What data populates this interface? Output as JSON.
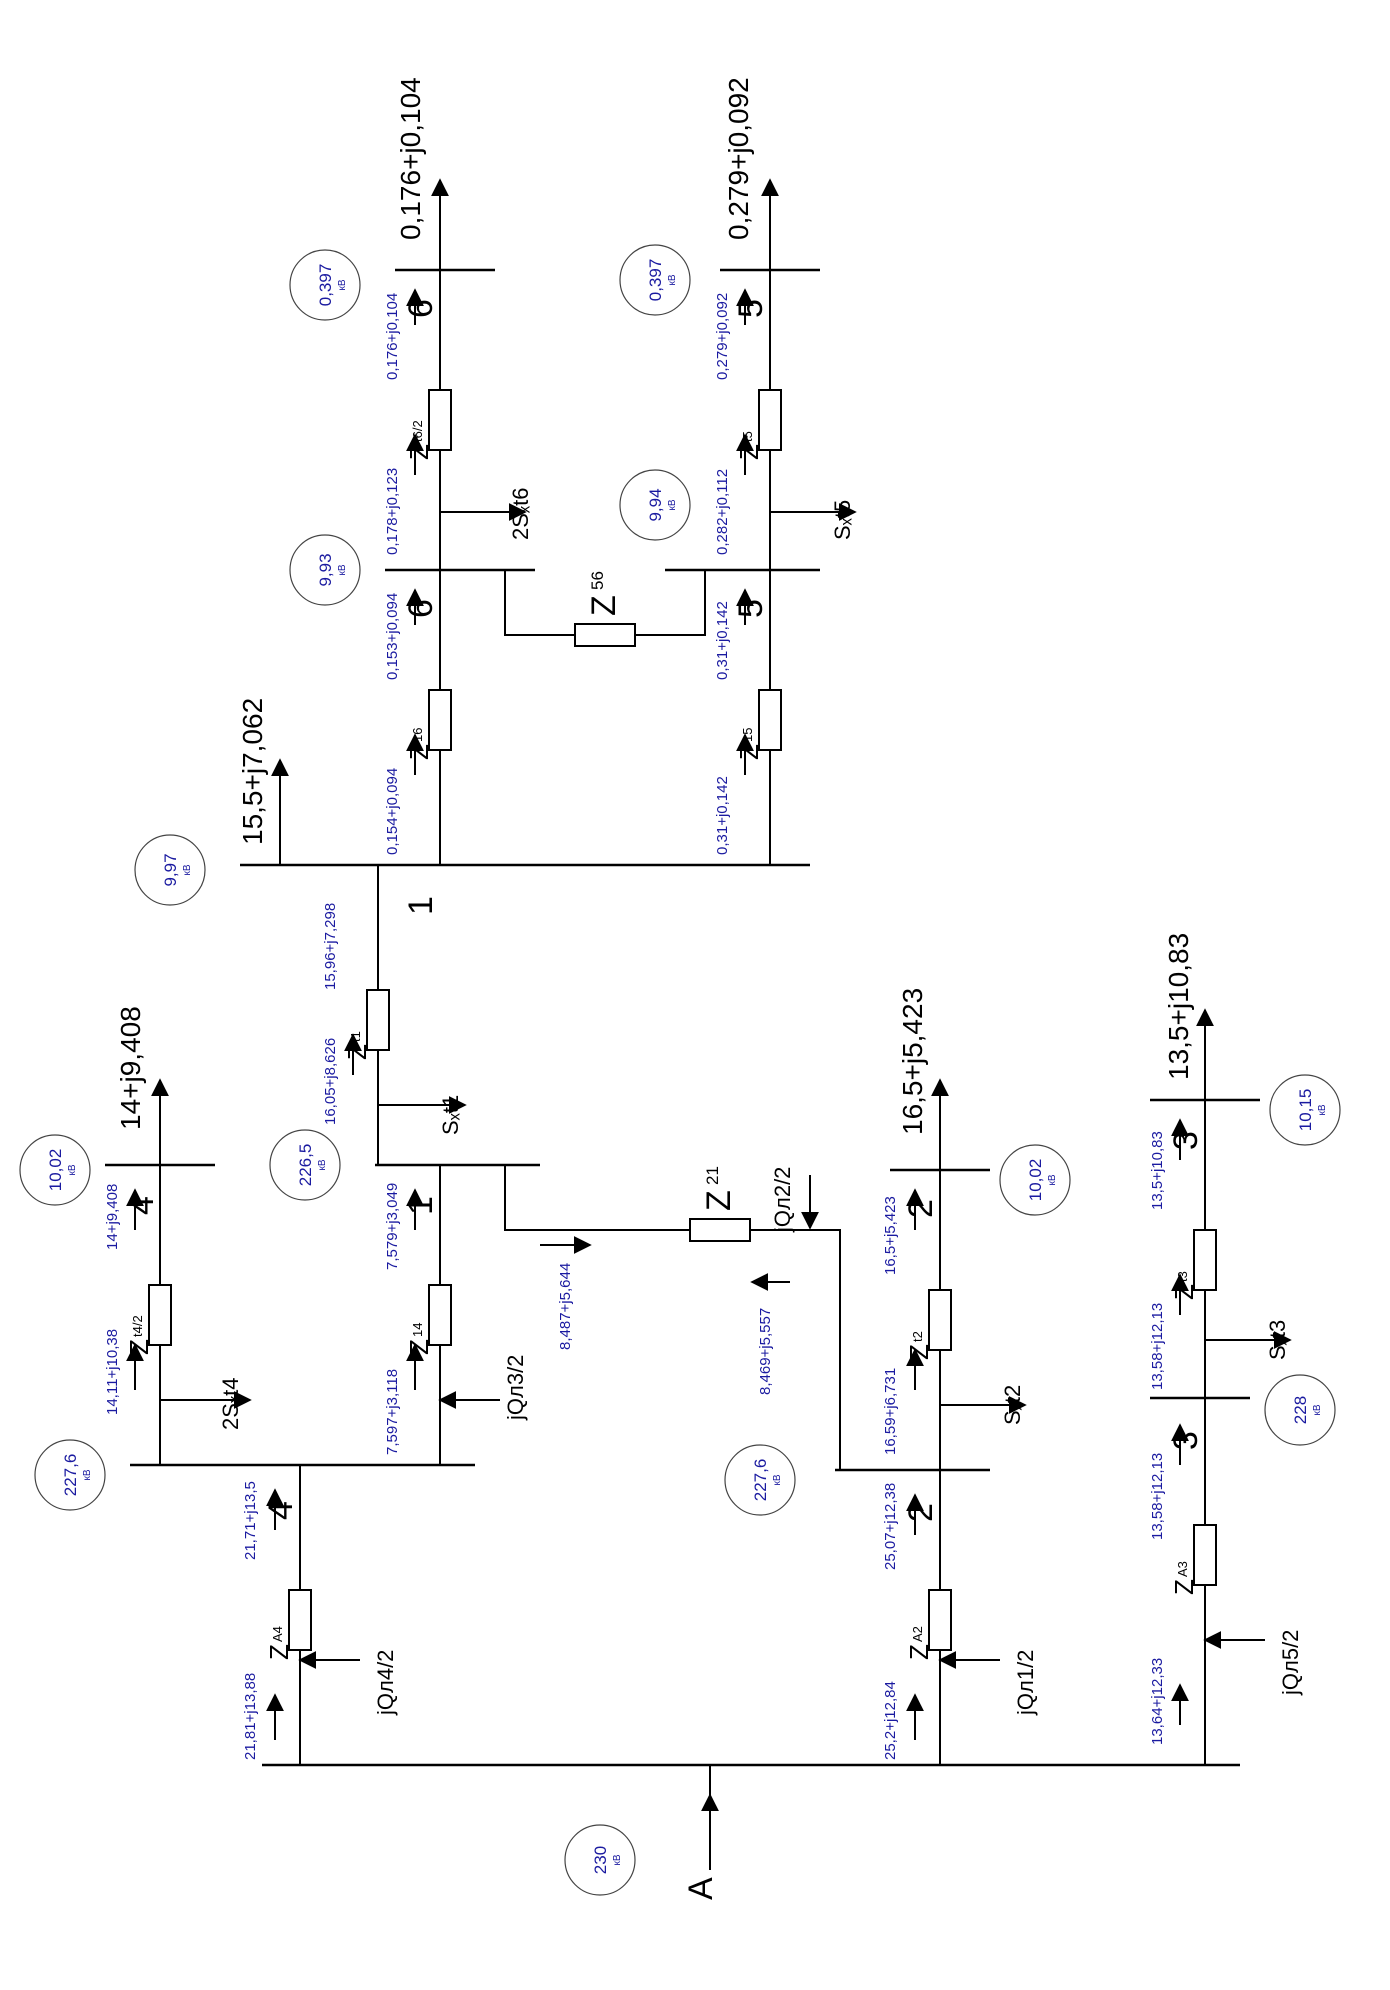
{
  "buses": {
    "A": {
      "node": "A",
      "voltage": "230",
      "unit": "кВ"
    },
    "b4": {
      "node": "4",
      "voltage": "227,6",
      "unit": "кВ"
    },
    "b4p": {
      "node": "4",
      "voltage": "10,02",
      "unit": "кВ"
    },
    "b1": {
      "node": "1",
      "voltage": "226,5",
      "unit": "кВ"
    },
    "b1p": {
      "node": "1",
      "voltage": "9,97",
      "unit": "кВ"
    },
    "b6": {
      "node": "6",
      "voltage": "9,93",
      "unit": "кВ"
    },
    "b6p": {
      "node": "6",
      "voltage": "0,397",
      "unit": "кВ"
    },
    "b5": {
      "node": "5",
      "voltage": "9,94",
      "unit": "кВ"
    },
    "b5p": {
      "node": "5",
      "voltage": "0,397",
      "unit": "кВ"
    },
    "b2": {
      "node": "2",
      "voltage": "227,6",
      "unit": "кВ"
    },
    "b2p": {
      "node": "2",
      "voltage": "10,02",
      "unit": "кВ"
    },
    "b3": {
      "node": "3",
      "voltage": "228",
      "unit": "кВ"
    },
    "b3p": {
      "node": "3",
      "voltage": "10,15",
      "unit": "кВ"
    }
  },
  "loads": {
    "L4": "14+j9,408",
    "L1": "15,5+j7,062",
    "L6": "0,176+j0,104",
    "L5": "0,279+j0,092",
    "L2": "16,5+j5,423",
    "L3": "13,5+j10,83"
  },
  "shunts": {
    "Q4": "jQл4/2",
    "Q3": "jQл3/2",
    "Q1": "jQл1/2",
    "Q2": "jQл2/2",
    "Q5": "jQл5/2",
    "Sx4": "2Sₓt4",
    "Sx1": "Sₓt1",
    "Sx6": "2Sₓt6",
    "Sx5": "Sₓt5",
    "Sx2": "Sₓt2",
    "Sx3": "Sₓt3"
  },
  "impedances": {
    "ZA4": {
      "main": "Z",
      "sub": "A4"
    },
    "Z14": {
      "main": "Z",
      "sub": "14"
    },
    "Zt42": {
      "main": "Z",
      "sub": "t4/2"
    },
    "Zt1": {
      "main": "Z",
      "sub": "t1"
    },
    "Z16": {
      "main": "Z",
      "sub": "16"
    },
    "Zt62": {
      "main": "Z",
      "sub": "t6/2"
    },
    "Z15": {
      "main": "Z",
      "sub": "15"
    },
    "Zt5": {
      "main": "Z",
      "sub": "t5"
    },
    "Z56": {
      "main": "Z",
      "sub": "56"
    },
    "ZA2": {
      "main": "Z",
      "sub": "A2"
    },
    "Zt2": {
      "main": "Z",
      "sub": "t2"
    },
    "Z21": {
      "main": "Z",
      "sub": "21"
    },
    "ZA3": {
      "main": "Z",
      "sub": "A3"
    },
    "Zt3": {
      "main": "Z",
      "sub": "t3"
    }
  },
  "flows": {
    "fA4_in": "21,81+j13,88",
    "fA4_out": "21,71+j13,5",
    "f4_t4_in": "14,11+j10,38",
    "f4_t4_out": "14+j9,408",
    "f41_in": "7,597+j3,118",
    "f41_out": "7,579+j3,049",
    "f1_t1_in": "16,05+j8,626",
    "f1_t1_out": "15,96+j7,298",
    "f16_in": "0,154+j0,094",
    "f16_out": "0,153+j0,094",
    "f6_t6_in": "0,178+j0,123",
    "f6_t6_out": "0,176+j0,104",
    "f15_in": "0,31+j0,142",
    "f15_out": "0,31+j0,142",
    "f5_t5_in": "0,282+j0,112",
    "f5_t5_out": "0,279+j0,092",
    "f21_a": "8,487+j5,644",
    "f21_b": "8,469+j5,557",
    "fA2_in": "25,2+j12,84",
    "fA2_out": "25,07+j12,38",
    "f2_t2_in": "16,59+j6,731",
    "f2_t2_out": "16,5+j5,423",
    "fA3_in": "13,64+j12,33",
    "fA3_out": "13,58+j12,13",
    "f3_t3_in": "13,58+j12,13",
    "f3_t3_out": "13,5+j10,83"
  }
}
